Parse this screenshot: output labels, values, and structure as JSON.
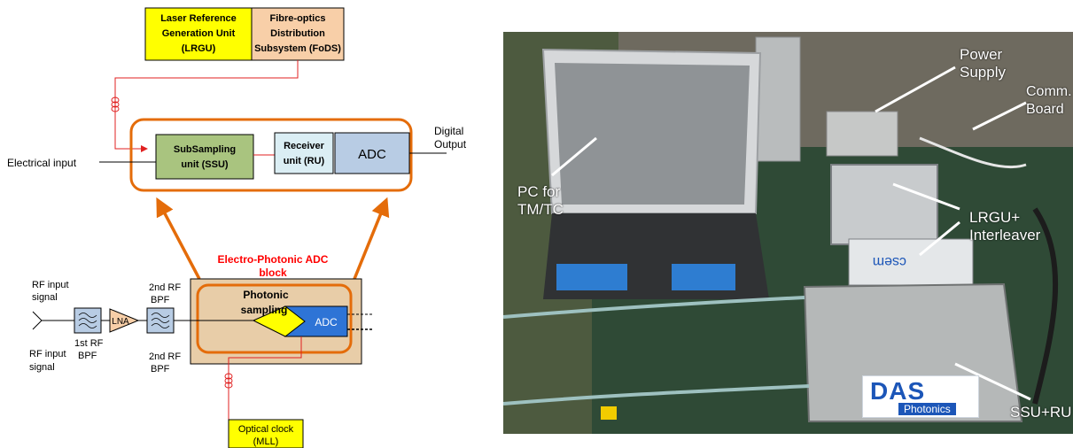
{
  "diagram": {
    "lrgu_lines": [
      "Laser Reference",
      "Generation Unit",
      "(LRGU)"
    ],
    "fods_lines": [
      "Fibre-optics",
      "Distribution",
      "Subsystem (FoDS)"
    ],
    "ssu_lines": [
      "SubSampling",
      "unit (SSU)"
    ],
    "ru_lines": [
      "Receiver",
      "unit (RU)"
    ],
    "adc_label": "ADC",
    "digital_output_lines": [
      "Digital",
      "Output"
    ],
    "electrical_input": "Electrical input",
    "block_title_lines": [
      "Electro-Photonic ADC",
      "block"
    ],
    "rf_input_top_lines": [
      "RF input",
      "signal"
    ],
    "rf_input_bottom_lines": [
      "RF input",
      "signal"
    ],
    "first_bpf_lines": [
      "1st RF",
      "BPF"
    ],
    "second_bpf_top_lines": [
      "2nd RF",
      "BPF"
    ],
    "second_bpf_bottom_lines": [
      "2nd RF",
      "BPF"
    ],
    "lna_label": "LNA",
    "photonic_sampling_lines": [
      "Photonic",
      "sampling"
    ],
    "inner_adc_label": "ADC",
    "optical_clock_lines": [
      "Optical clock",
      "(MLL)"
    ]
  },
  "photo": {
    "labels": {
      "power_supply": [
        "Power",
        "Supply"
      ],
      "comm_board": [
        "Comm.",
        "Board"
      ],
      "pc": [
        "PC for",
        "TM/TC"
      ],
      "lrgu_interleaver": [
        "LRGU+",
        "Interleaver"
      ],
      "ssu_ru": "SSU+RU"
    },
    "csem_text": "csem",
    "das_logo_main": "DAS",
    "das_logo_sub": "Photonics"
  },
  "colors": {
    "yellow_box": "#ffff00",
    "peach_box": "#f8cfa8",
    "green_box": "#a9c47f",
    "light_blue_box": "#dbeef4",
    "adc_blue_box": "#b8cce4",
    "orange_outline": "#e46c0a",
    "red_fiber": "#e02020",
    "block_fill": "#e8cda8",
    "inner_adc_blue": "#2e74d6",
    "title_red": "#ff0000"
  }
}
